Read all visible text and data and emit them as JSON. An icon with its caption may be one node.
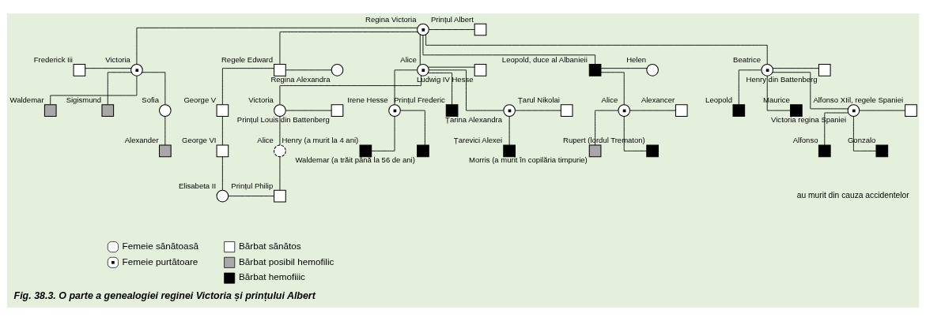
{
  "diagram": {
    "caption": "Fig. 38.3. O parte a genealogiei reginei Victoria și prințului Albert",
    "nodes": [
      {
        "text": [],
        "shape": "circle",
        "beside": [
          "Regina Victoria"
        ]
      },
      {
        "text": [],
        "shape": "box",
        "beside": [
          "Prințul Albert"
        ]
      },
      {
        "text": [],
        "shape": "box",
        "beside": [
          "Frederick Iii"
        ]
      },
      {
        "text": [],
        "shape": "circle",
        "beside": [
          "Victoria"
        ]
      },
      {
        "text": [],
        "shape": "box",
        "beside": [
          "Regele Edward"
        ]
      },
      {
        "text": [],
        "shape": "circle",
        "beside": [
          "Regina Alexandra"
        ]
      },
      {
        "text": [],
        "shape": "circle",
        "beside": [
          "Alice"
        ]
      },
      {
        "text": [],
        "shape": "box",
        "beside": [
          "Ludwig IV Hesse"
        ]
      },
      {
        "text": [],
        "shape": "box",
        "beside": [
          "Leopold, duce al Albanieii"
        ]
      },
      {
        "text": [],
        "shape": "circle",
        "beside": [
          "Helen"
        ]
      },
      {
        "text": [],
        "shape": "circle",
        "beside": [
          "Beatrice"
        ]
      },
      {
        "text": [],
        "shape": "box",
        "beside": [
          "Henry din Battenberg"
        ]
      },
      {
        "text": [],
        "shape": "box",
        "beside": [
          "Waldemar"
        ]
      },
      {
        "text": [],
        "shape": "box",
        "beside": [
          "Sigismund"
        ]
      },
      {
        "text": [],
        "shape": "circle",
        "beside": [
          "Sofia"
        ]
      },
      {
        "text": [],
        "shape": "box",
        "beside": [
          "George V"
        ]
      },
      {
        "text": [],
        "shape": "circle",
        "beside": [
          "Irene Hesse"
        ]
      },
      {
        "text": [],
        "shape": "box",
        "beside": [
          "Prințul Frederic"
        ]
      },
      {
        "text": [],
        "shape": "circle",
        "beside": [
          "Victoria"
        ]
      },
      {
        "text": [],
        "shape": "box",
        "beside": [
          "Prințul Louis din Battenberg"
        ]
      },
      {
        "text": [],
        "shape": "circle",
        "beside": [
          "Țarina Alexandra"
        ]
      },
      {
        "text": [],
        "shape": "box",
        "beside": [
          "Țarul Nikolai"
        ]
      },
      {
        "text": [],
        "shape": "circle",
        "beside": [
          "Alice"
        ]
      },
      {
        "text": [],
        "shape": "box",
        "beside": [
          "Alexancer"
        ]
      },
      {
        "text": [],
        "shape": "box",
        "beside": [
          "Leopold"
        ]
      },
      {
        "text": [],
        "shape": "box",
        "beside": [
          "Maurice"
        ]
      },
      {
        "text": [],
        "shape": "circle",
        "beside": [
          "Victoria regina Spaniei"
        ]
      },
      {
        "text": [],
        "shape": "box",
        "beside": [
          "Alfonso XIil, regele Spaniei"
        ]
      },
      {
        "text": [],
        "shape": "box",
        "beside": [
          "Alexander"
        ]
      },
      {
        "text": [],
        "shape": "box",
        "beside": [
          "George VI"
        ]
      },
      {
        "text": [],
        "shape": "box",
        "beside": [
          "Henry (a murit la 4 ani)"
        ]
      },
      {
        "text": [],
        "shape": "box",
        "beside": [
          "Waldemar (a trăit până la 56 de ani)"
        ]
      },
      {
        "text": [],
        "shape": "circle",
        "beside": [
          "Alice"
        ]
      },
      {
        "text": [],
        "shape": "box",
        "beside": [
          "Țarevici Alexei"
        ]
      },
      {
        "text": [],
        "shape": "box",
        "beside": [
          "Morris (a murit în copilăria timpurie)"
        ]
      },
      {
        "text": [],
        "shape": "box",
        "beside": [
          "Rupert (lordul Trematon)"
        ]
      },
      {
        "text": [],
        "shape": "box",
        "beside": [
          "Alfonso"
        ]
      },
      {
        "text": [],
        "shape": "box",
        "beside": [
          "Gonzalo"
        ]
      },
      {
        "text": [],
        "shape": "circle",
        "beside": [
          "Elisabeta II"
        ]
      },
      {
        "text": [],
        "shape": "box",
        "beside": [
          "Prințul Philip"
        ]
      }
    ],
    "edges": [
      {
        "from": 0,
        "to": 1,
        "arrow": "none"
      },
      {
        "from": 0,
        "to": 3,
        "arrow": "none"
      },
      {
        "from": 0,
        "to": 4,
        "arrow": "none"
      },
      {
        "from": 0,
        "to": 6,
        "arrow": "none"
      },
      {
        "from": 0,
        "to": 8,
        "arrow": "none"
      },
      {
        "from": 0,
        "to": 10,
        "arrow": "none"
      },
      {
        "from": 2,
        "to": 3,
        "arrow": "none"
      },
      {
        "from": 4,
        "to": 5,
        "arrow": "none"
      },
      {
        "from": 6,
        "to": 7,
        "arrow": "none"
      },
      {
        "from": 8,
        "to": 9,
        "arrow": "none"
      },
      {
        "from": 10,
        "to": 11,
        "arrow": "none"
      },
      {
        "from": 3,
        "to": 12,
        "arrow": "none"
      },
      {
        "from": 3,
        "to": 13,
        "arrow": "none"
      },
      {
        "from": 3,
        "to": 14,
        "arrow": "none"
      },
      {
        "from": 4,
        "to": 15,
        "arrow": "none"
      },
      {
        "from": 6,
        "to": 16,
        "arrow": "none"
      },
      {
        "from": 6,
        "to": 17,
        "arrow": "none"
      },
      {
        "from": 6,
        "to": 18,
        "arrow": "none"
      },
      {
        "from": 6,
        "to": 20,
        "arrow": "none"
      },
      {
        "from": 18,
        "to": 19,
        "arrow": "none"
      },
      {
        "from": 20,
        "to": 21,
        "arrow": "none"
      },
      {
        "from": 8,
        "to": 22,
        "arrow": "none"
      },
      {
        "from": 22,
        "to": 23,
        "arrow": "none"
      },
      {
        "from": 10,
        "to": 24,
        "arrow": "none"
      },
      {
        "from": 10,
        "to": 25,
        "arrow": "none"
      },
      {
        "from": 10,
        "to": 26,
        "arrow": "none"
      },
      {
        "from": 26,
        "to": 27,
        "arrow": "none"
      },
      {
        "from": 14,
        "to": 28,
        "arrow": "none"
      },
      {
        "from": 15,
        "to": 29,
        "arrow": "none"
      },
      {
        "from": 16,
        "to": 30,
        "arrow": "none"
      },
      {
        "from": 16,
        "to": 31,
        "arrow": "none"
      },
      {
        "from": 18,
        "to": 32,
        "arrow": "none"
      },
      {
        "from": 20,
        "to": 33,
        "arrow": "none"
      },
      {
        "from": 22,
        "to": 34,
        "arrow": "none"
      },
      {
        "from": 22,
        "to": 35,
        "arrow": "none"
      },
      {
        "from": 26,
        "to": 36,
        "arrow": "none"
      },
      {
        "from": 26,
        "to": 37,
        "arrow": "none"
      },
      {
        "from": 29,
        "to": 38,
        "arrow": "none"
      },
      {
        "from": 32,
        "to": 39,
        "arrow": "none"
      },
      {
        "from": 38,
        "to": 39,
        "arrow": "none"
      }
    ],
    "labels": [
      "au murit din cauza accidentelor"
    ],
    "legend": [
      {
        "text": "Femeie sănătoasă"
      },
      {
        "text": "Femeie purtătoare"
      },
      {
        "text": "Bărbat sănătos"
      },
      {
        "text": "Bărbat posibil hemofilic"
      },
      {
        "text": "Bărbat hemofiiic"
      }
    ]
  }
}
